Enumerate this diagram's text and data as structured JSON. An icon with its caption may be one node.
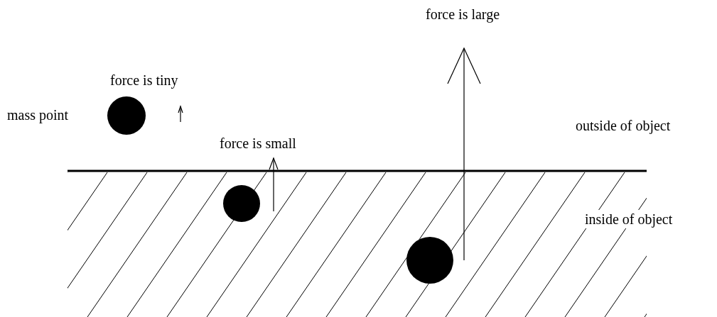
{
  "diagram": {
    "nodes": [
      {
        "text": [],
        "shape": "circle",
        "beside": [
          "mass point"
        ]
      },
      {
        "text": [],
        "shape": "circle"
      },
      {
        "text": [],
        "shape": "circle"
      }
    ],
    "labels": [
      "force is large",
      "force is tiny",
      "outside of object",
      "force is small",
      "inside of object"
    ]
  }
}
